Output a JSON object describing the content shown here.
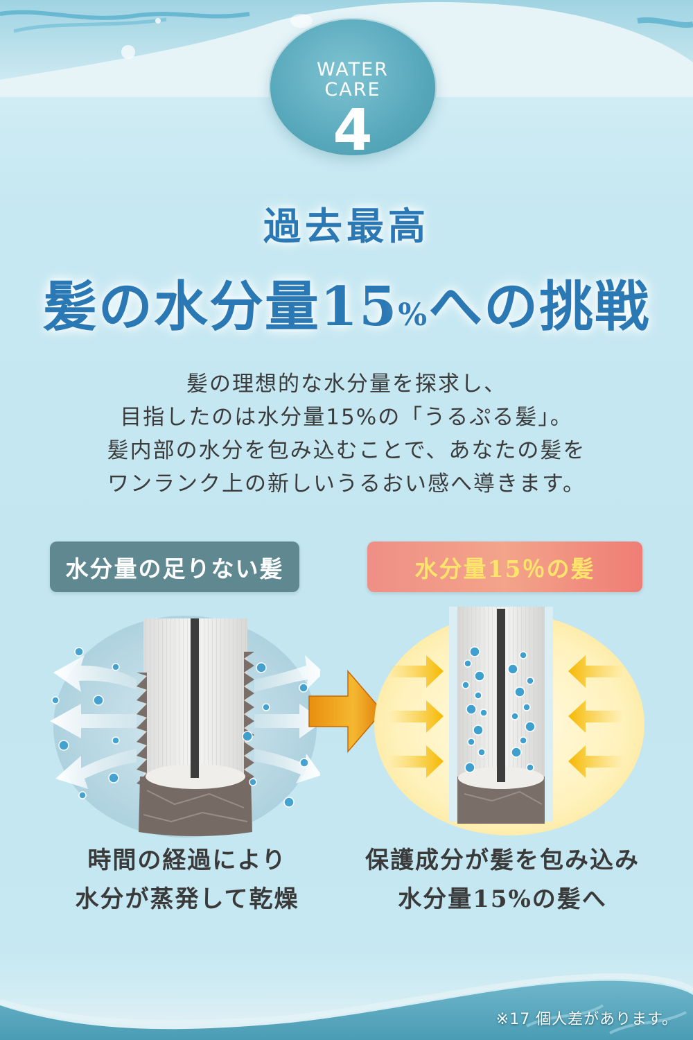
{
  "badge": {
    "line1": "WATER",
    "line2": "CARE",
    "number": "4"
  },
  "headline": {
    "sub": "過去最高",
    "main_prefix": "髪の水分量15",
    "main_pct": "%",
    "main_suffix": "への挑戦"
  },
  "body": {
    "lines": [
      "髪の理想的な水分量を探求し、",
      "目指したのは水分量15%の「うるぷる髪」。",
      "髪内部の水分を包み込むことで、あなたの髪を",
      "ワンランク上の新しいうるおい感へ導きます。"
    ]
  },
  "comparison": {
    "left": {
      "label": "水分量の足りない髪",
      "caption_line1": "時間の経過により",
      "caption_line2": "水分が蒸発して乾燥"
    },
    "right": {
      "label": "水分量15％の髪",
      "caption_line1": "保護成分が髪を包み込み",
      "caption_line2": "水分量15%の髪へ"
    }
  },
  "footnote": "※17 個人差があります。",
  "colors": {
    "headline": "#2a78b4",
    "label_left_bg": "#5f8890",
    "label_right_bg": "#ef8f86",
    "label_right_text": "#fde46a",
    "background": "#c3e6f1",
    "arrow_orange": "#f0a020"
  }
}
